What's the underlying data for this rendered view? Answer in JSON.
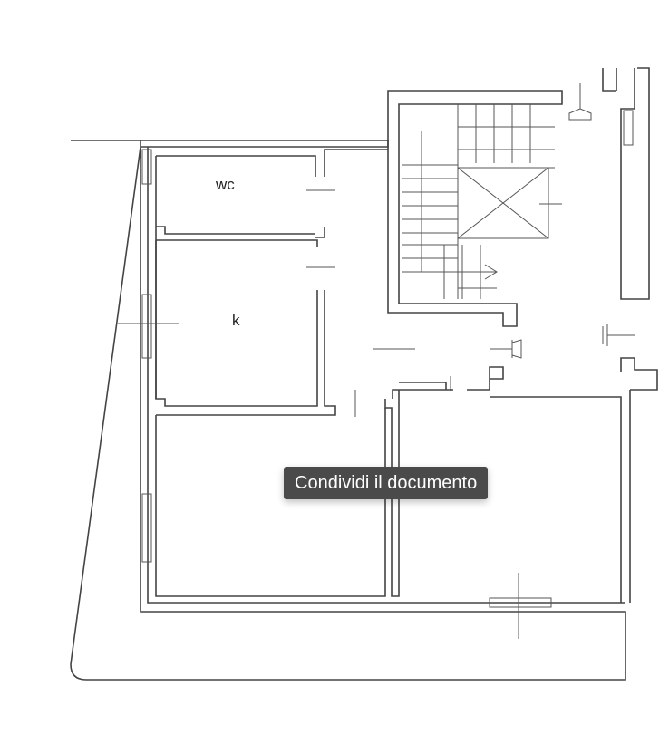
{
  "floor_plan": {
    "room_labels": {
      "wc": "wc",
      "kitchen": "k"
    }
  },
  "tooltip": {
    "text": "Condividi il documento"
  }
}
